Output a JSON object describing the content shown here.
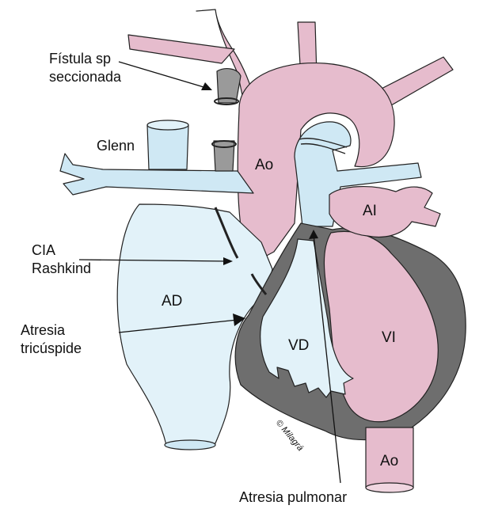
{
  "labels": {
    "fistula_line1": "Fístula sp",
    "fistula_line2": "seccionada",
    "glenn": "Glenn",
    "cia_line1": "CIA",
    "cia_line2": "Rashkind",
    "atresia_tric_line1": "Atresia",
    "atresia_tric_line2": "tricúspide",
    "atresia_pulmonar": "Atresia pulmonar",
    "ao_top": "Ao",
    "ai": "AI",
    "ad": "AD",
    "vd": "VD",
    "vi": "VI",
    "ao_bottom": "Ao",
    "copyright": "© Milagrá"
  },
  "colors": {
    "aorta_pink": "#e6bccd",
    "light_pink": "#f0d6e0",
    "light_blue": "#cfe8f4",
    "pale_blue": "#e2f2f9",
    "dark_gray": "#6e6e6e",
    "outline": "#222222"
  }
}
